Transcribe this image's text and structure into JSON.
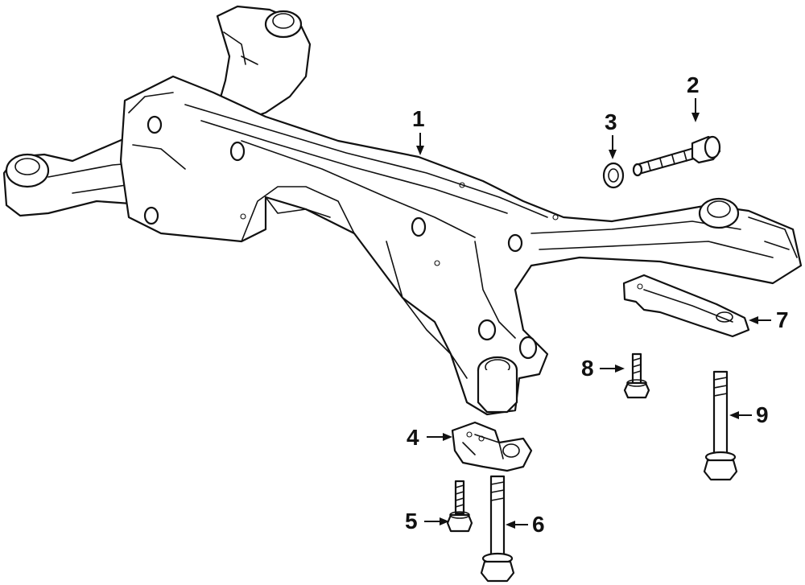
{
  "callouts": {
    "c1": "1",
    "c2": "2",
    "c3": "3",
    "c4": "4",
    "c5": "5",
    "c6": "6",
    "c7": "7",
    "c8": "8",
    "c9": "9"
  },
  "colors": {
    "line": "#111111",
    "background": "#ffffff"
  }
}
